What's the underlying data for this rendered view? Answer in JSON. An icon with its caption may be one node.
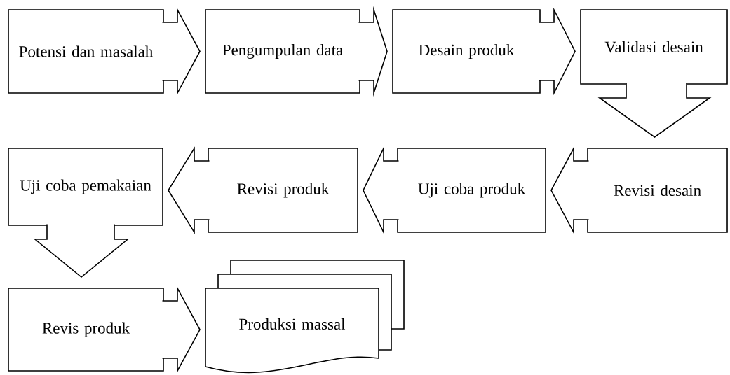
{
  "diagram": {
    "nodes": [
      {
        "text": [
          "Potensi dan masalah"
        ]
      },
      {
        "text": [
          "Pengumpulan data"
        ]
      },
      {
        "text": [
          "Desain produk"
        ]
      },
      {
        "text": [
          "Validasi desain"
        ]
      },
      {
        "text": [
          "Uji coba pemakaian"
        ]
      },
      {
        "text": [
          "Revisi produk"
        ]
      },
      {
        "text": [
          "Uji coba produk"
        ]
      },
      {
        "text": [
          "Revisi desain"
        ]
      },
      {
        "text": [
          "Revis produk"
        ]
      },
      {
        "text": [
          "Produksi massal"
        ]
      }
    ],
    "edges": [
      {
        "from": 0,
        "to": 1,
        "arrow": "to"
      },
      {
        "from": 1,
        "to": 2,
        "arrow": "to"
      },
      {
        "from": 2,
        "to": 3,
        "arrow": "to"
      },
      {
        "from": 3,
        "to": 7,
        "arrow": "to"
      },
      {
        "from": 7,
        "to": 6,
        "arrow": "to"
      },
      {
        "from": 6,
        "to": 5,
        "arrow": "to"
      },
      {
        "from": 5,
        "to": 4,
        "arrow": "to"
      },
      {
        "from": 4,
        "to": 8,
        "arrow": "to"
      },
      {
        "from": 8,
        "to": 9,
        "arrow": "to"
      }
    ]
  }
}
